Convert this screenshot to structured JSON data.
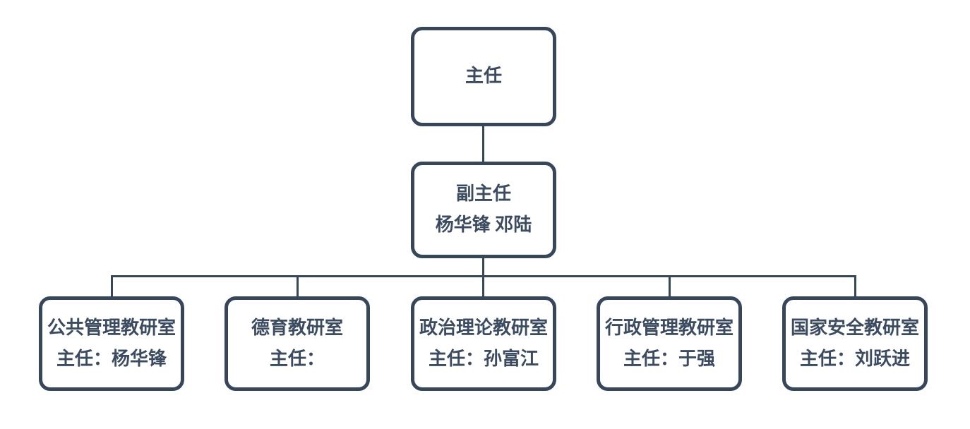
{
  "colors": {
    "line": "#36465b",
    "text": "#3b4b62",
    "node_fill": "#ffffff",
    "background": "#ffffff"
  },
  "org_chart": {
    "director": {
      "title": "主任"
    },
    "deputy": {
      "title": "副主任",
      "names": "杨华锋 邓陆"
    },
    "departments": [
      {
        "title": "公共管理教研室",
        "head": "主任：杨华锋"
      },
      {
        "title": "德育教研室",
        "head": "主任："
      },
      {
        "title": "政治理论教研室",
        "head": "主任：孙富江"
      },
      {
        "title": "行政管理教研室",
        "head": "主任：于强"
      },
      {
        "title": "国家安全教研室",
        "head": "主任：刘跃进"
      }
    ]
  }
}
